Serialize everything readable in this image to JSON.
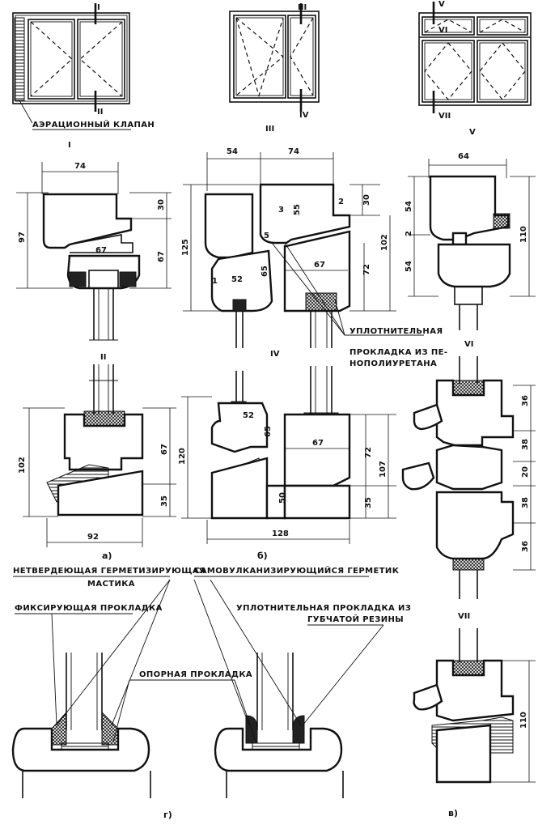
{
  "labels": {
    "aeration_valve": "АЭРАЦИОННЫЙ КЛАПАН",
    "sealing_gasket_line1": "УПЛОТНИТЕЛЬНАЯ",
    "sealing_gasket_line2": "ПРОКЛАДКА ИЗ ПЕ-",
    "sealing_gasket_line3": "НОПОЛИУРЕТАНА",
    "nonhardening_line1": "НЕТВЕРДЕЮЩАЯ ГЕРМЕТИЗИРУЮЩАЯ",
    "nonhardening_line2": "МАСТИКА",
    "self_vulcanizing": "САМОВУЛКАНИЗИРУЮЩИЙСЯ ГЕРМЕТИК",
    "fixing_gasket": "ФИКСИРУЮЩАЯ ПРОКЛАДКА",
    "sponge_line1": "УПЛОТНИТЕЛЬНАЯ ПРОКЛАДКА ИЗ",
    "sponge_line2": "ГУБЧАТОЙ РЕЗИНЫ",
    "support_gasket": "ОПОРНАЯ ПРОКЛАДКА"
  },
  "captions": {
    "a": "а)",
    "b": "б)",
    "v": "в)",
    "g": "г)"
  },
  "sections": {
    "I": "I",
    "II": "II",
    "III": "III",
    "IV": "IV",
    "V": "V",
    "VI": "VI",
    "VII": "VII"
  },
  "dims": {
    "a_top_width": "74",
    "a_top_30": "30",
    "a_top_97": "97",
    "a_top_67v": "67",
    "a_top_67h": "67",
    "a_bot_102": "102",
    "a_bot_67": "67",
    "a_bot_35": "35",
    "a_bot_92": "92",
    "b_top_54": "54",
    "b_top_74": "74",
    "b_top_125": "125",
    "b_top_30": "30",
    "b_top_3": "3",
    "b_top_55": "55",
    "b_top_2": "2",
    "b_top_5": "5",
    "b_top_102": "102",
    "b_top_72": "72",
    "b_top_65": "65",
    "b_top_52": "52",
    "b_top_67": "67",
    "b_top_1": "1",
    "b_bot_52": "52",
    "b_bot_65": "65",
    "b_bot_120": "120",
    "b_bot_67": "67",
    "b_bot_72": "72",
    "b_bot_107": "107",
    "b_bot_50": "50",
    "b_bot_35": "35",
    "b_bot_128": "128",
    "v_top_64": "64",
    "v_top_54a": "54",
    "v_top_2": "2",
    "v_top_54b": "54",
    "v_top_110": "110",
    "v_mid_36a": "36",
    "v_mid_38a": "38",
    "v_mid_20": "20",
    "v_mid_38b": "38",
    "v_mid_36b": "36",
    "v_bot_110": "110"
  }
}
